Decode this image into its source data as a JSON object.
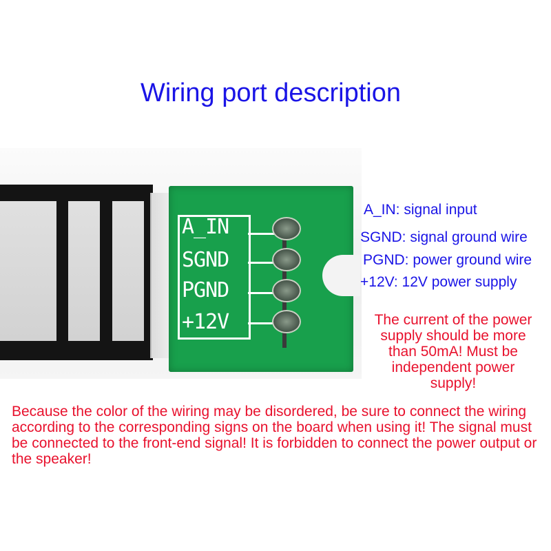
{
  "title": "Wiring port description",
  "board_labels": [
    "A_IN",
    "SGND",
    "PGND",
    "+12V"
  ],
  "pin_descriptions": [
    "A_IN: signal input",
    "SGND: signal ground wire",
    "PGND: power ground wire",
    "+12V: 12V power supply"
  ],
  "current_note": "The current of the power supply should be more than 50mA! Must be independent power supply!",
  "warning": "Because the color of the wiring may be disordered, be sure to connect the wiring according to the corresponding signs on the board when using it! The signal must be connected to the front-end signal! It is forbidden to connect the power output or the speaker!",
  "colors": {
    "title": "#1a14e6",
    "warning": "#e8112d",
    "pcb": "#18a04c"
  }
}
